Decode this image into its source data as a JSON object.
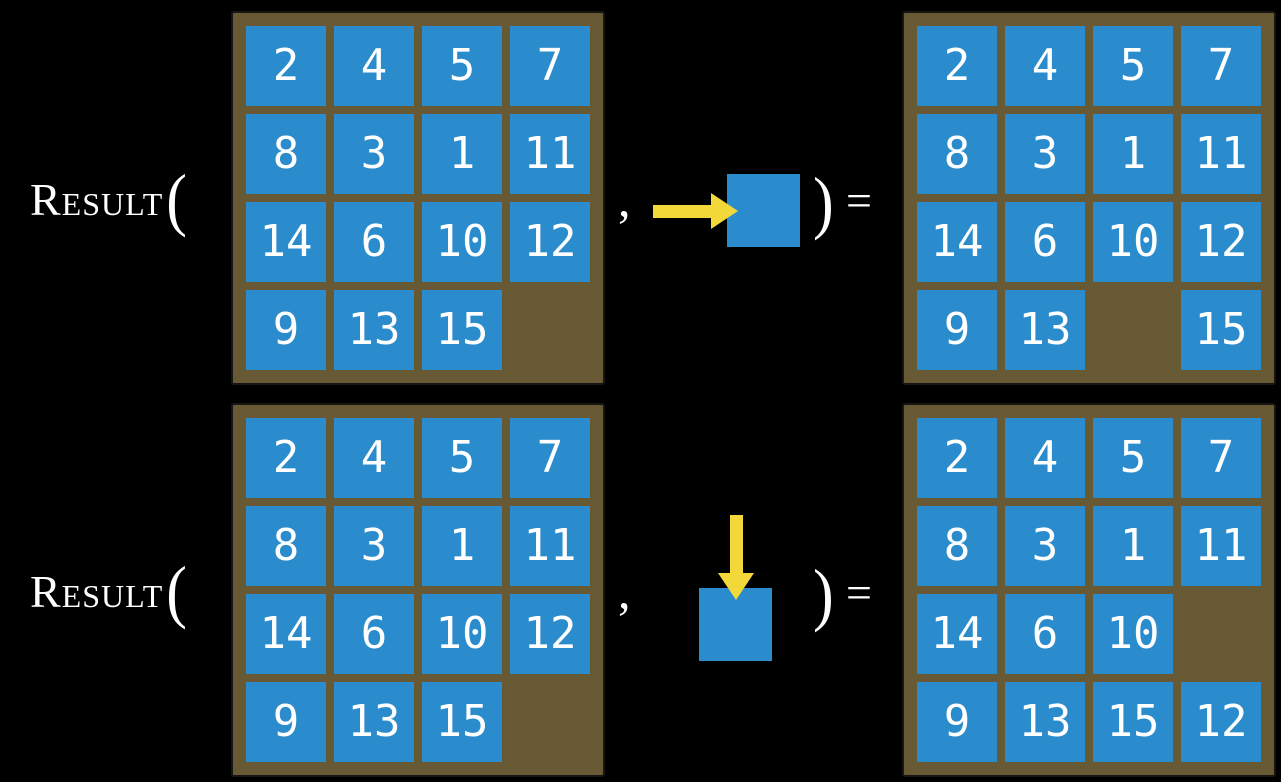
{
  "figure": {
    "description": "Two examples of the RESULT function applied to a 15-puzzle state",
    "rows": [
      {
        "function_label": "Result",
        "open_paren": "(",
        "comma": ",",
        "action": {
          "icon": "arrow-right-icon",
          "direction": "right",
          "description": "slide tile right"
        },
        "close_paren": ")",
        "equals": "=",
        "state_before": [
          [
            "2",
            "4",
            "5",
            "7"
          ],
          [
            "8",
            "3",
            "1",
            "11"
          ],
          [
            "14",
            "6",
            "10",
            "12"
          ],
          [
            "9",
            "13",
            "15",
            ""
          ]
        ],
        "state_after": [
          [
            "2",
            "4",
            "5",
            "7"
          ],
          [
            "8",
            "3",
            "1",
            "11"
          ],
          [
            "14",
            "6",
            "10",
            "12"
          ],
          [
            "9",
            "13",
            "",
            "15"
          ]
        ]
      },
      {
        "function_label": "Result",
        "open_paren": "(",
        "comma": ",",
        "action": {
          "icon": "arrow-down-icon",
          "direction": "down",
          "description": "slide tile down"
        },
        "close_paren": ")",
        "equals": "=",
        "state_before": [
          [
            "2",
            "4",
            "5",
            "7"
          ],
          [
            "8",
            "3",
            "1",
            "11"
          ],
          [
            "14",
            "6",
            "10",
            "12"
          ],
          [
            "9",
            "13",
            "15",
            ""
          ]
        ],
        "state_after": [
          [
            "2",
            "4",
            "5",
            "7"
          ],
          [
            "8",
            "3",
            "1",
            "11"
          ],
          [
            "14",
            "6",
            "10",
            ""
          ],
          [
            "9",
            "13",
            "15",
            "12"
          ]
        ]
      }
    ],
    "colors": {
      "background": "#000000",
      "board_background": "#675934",
      "board_border": "#181613",
      "tile_blue": "#2b8ccd",
      "tile_number": "#ffffff",
      "arrow_yellow": "#f2d939",
      "label_text": "#ffffff"
    }
  }
}
